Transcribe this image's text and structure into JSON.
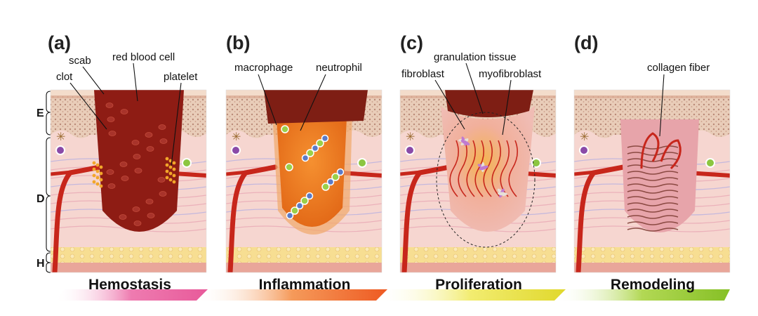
{
  "layers": [
    "E",
    "D",
    "H"
  ],
  "panels": [
    {
      "letter": "(a)",
      "stage": "Hemostasis",
      "labels": [
        "scab",
        "red blood cell",
        "clot",
        "platelet"
      ]
    },
    {
      "letter": "(b)",
      "stage": "Inflammation",
      "labels": [
        "macrophage",
        "neutrophil"
      ]
    },
    {
      "letter": "(c)",
      "stage": "Proliferation",
      "labels": [
        "granulation tissue",
        "fibroblast",
        "myofibroblast"
      ]
    },
    {
      "letter": "(d)",
      "stage": "Remodeling",
      "labels": [
        "collagen fiber"
      ]
    }
  ],
  "colors": {
    "epidermis": "#e8c9b4",
    "dermis": "#f6d6d0",
    "hypodermis": "#f6d98c",
    "clot": "#8e1c14",
    "inflammation_fill": "#ee7b24",
    "granulation": "#efb0a6",
    "vessel": "#c7261b",
    "bar_hemostasis": "#e85a9a",
    "bar_inflammation": "#ee6a2a",
    "bar_proliferation": "#e8e23c",
    "bar_remodeling": "#8cc62e"
  }
}
